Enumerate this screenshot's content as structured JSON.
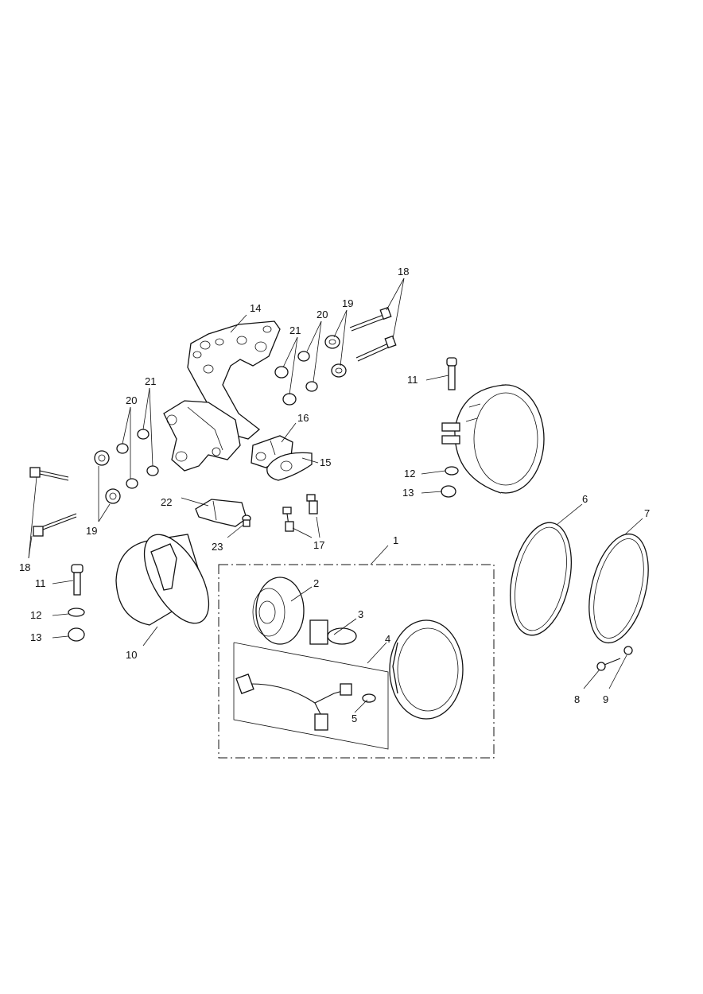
{
  "labels": {
    "l1": "1",
    "l2": "2",
    "l3": "3",
    "l4": "4",
    "l5": "5",
    "l6": "6",
    "l7": "7",
    "l8": "8",
    "l9": "9",
    "l10": "10",
    "l11a": "11",
    "l11b": "11",
    "l12a": "12",
    "l12b": "12",
    "l13a": "13",
    "l13b": "13",
    "l14": "14",
    "l15": "15",
    "l16": "16",
    "l17": "17",
    "l18a": "18",
    "l18b": "18",
    "l19a": "19",
    "l19b": "19",
    "l20a": "20",
    "l20b": "20",
    "l21a": "21",
    "l21b": "21",
    "l22": "22",
    "l23": "23"
  }
}
